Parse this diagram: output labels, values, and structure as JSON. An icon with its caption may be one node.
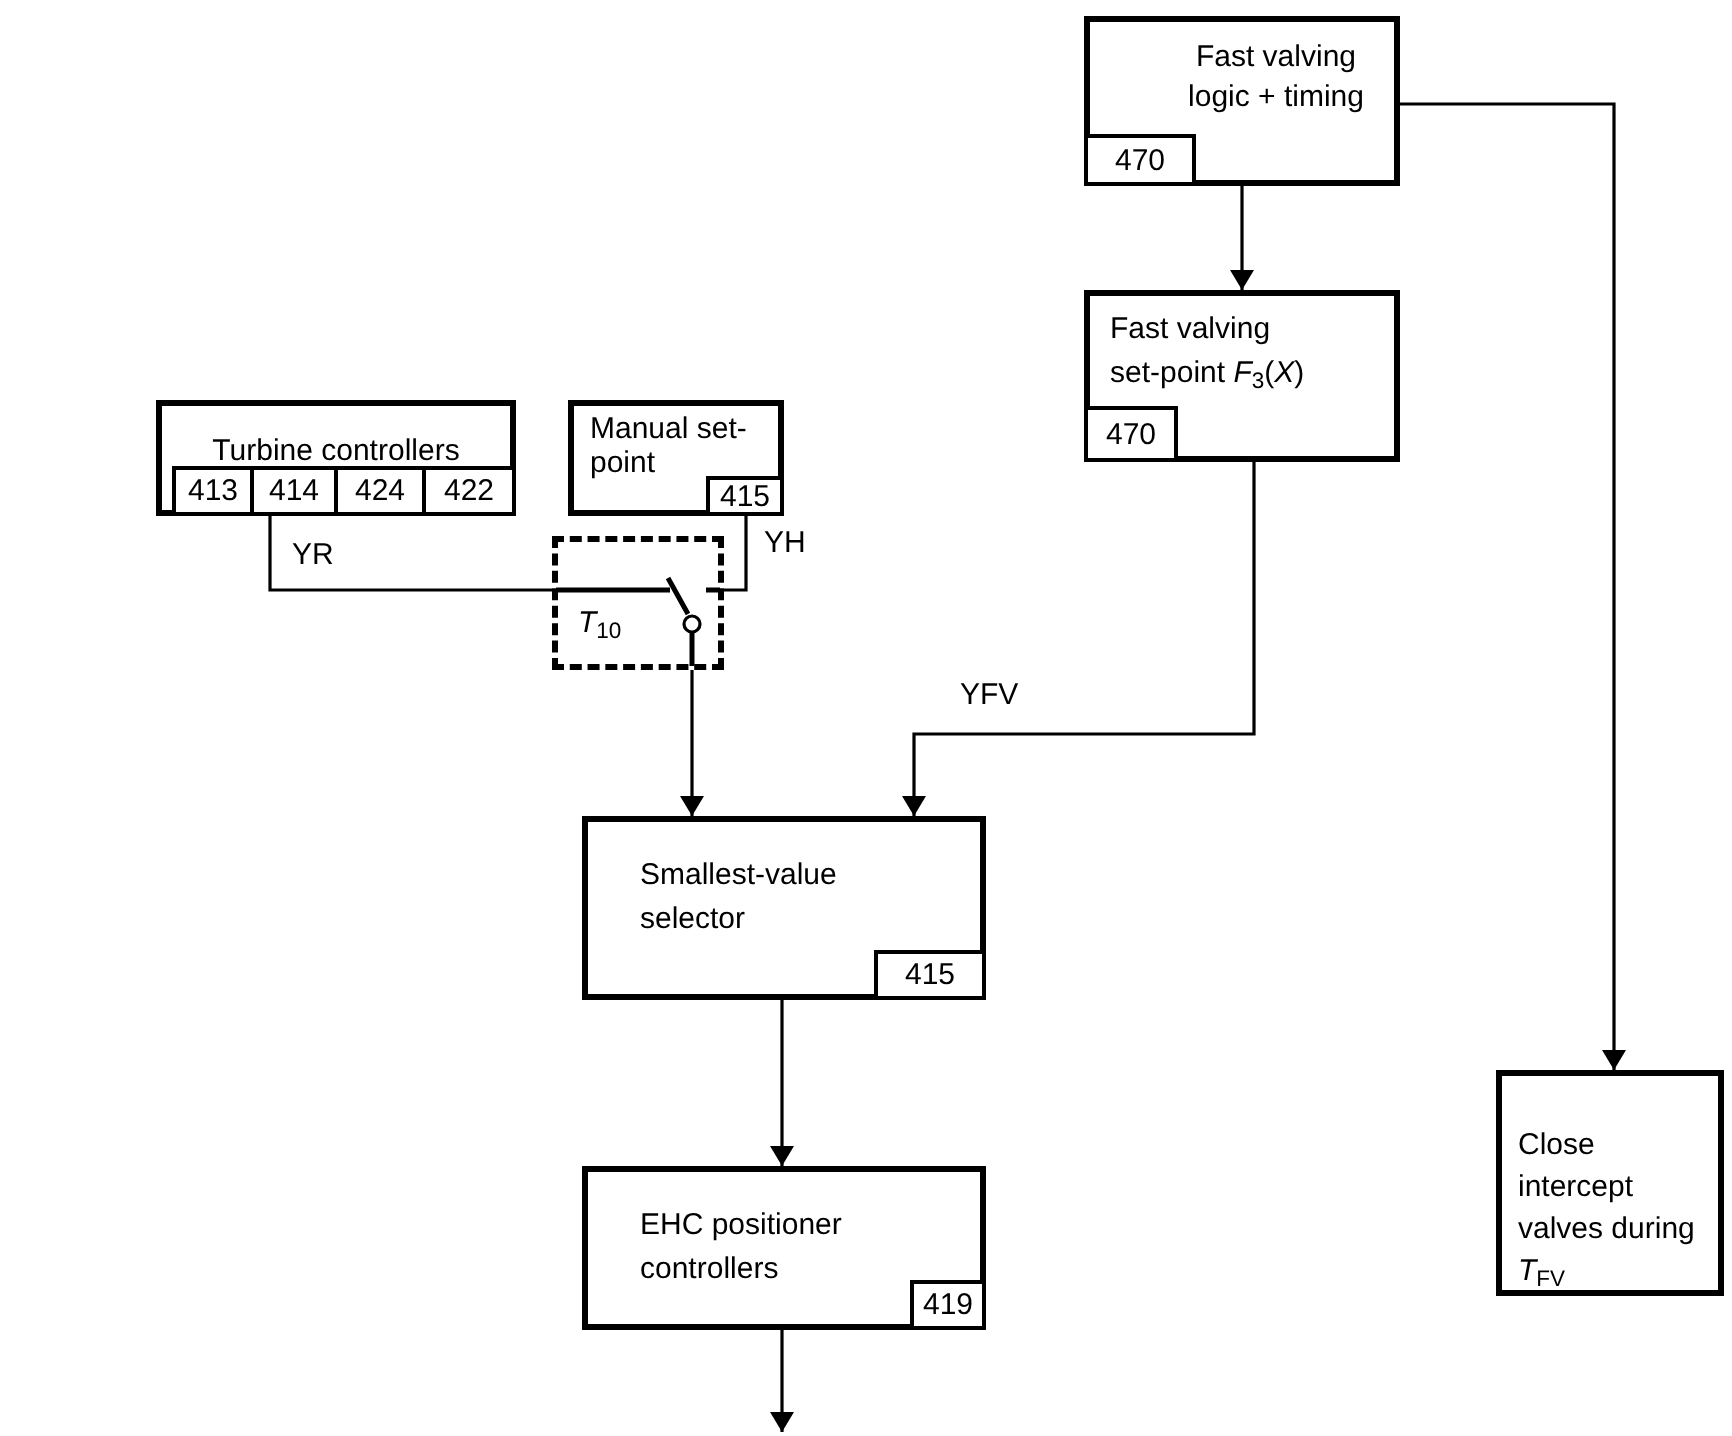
{
  "diagram": {
    "nodes": [
      {
        "text": [
          "Turbine controllers"
        ]
      },
      {
        "text": [
          "413"
        ],
        "in": 0
      },
      {
        "text": [
          "414"
        ],
        "in": 0
      },
      {
        "text": [
          "424"
        ],
        "in": 0
      },
      {
        "text": [
          "422"
        ],
        "in": 0
      },
      {
        "text": [
          "Manual set-point"
        ]
      },
      {
        "text": [
          "415"
        ],
        "in": 5
      },
      {
        "text": [
          "Fast valving logic + timing"
        ]
      },
      {
        "text": [
          "470"
        ],
        "in": 7
      },
      {
        "text": [
          "Fast valving set-point *F*$_{3}$(*X*)"
        ]
      },
      {
        "text": [
          "470"
        ],
        "in": 9
      },
      {
        "text": [
          "*T*$_{10}$"
        ]
      },
      {
        "text": [
          "Smallest-value selector"
        ]
      },
      {
        "text": [
          "415"
        ],
        "in": 12
      },
      {
        "text": [
          "EHC positioner controllers"
        ]
      },
      {
        "text": [
          "419"
        ],
        "in": 14
      },
      {
        "text": [
          "Close intercept valves during *T*$_{FV}$"
        ]
      }
    ],
    "edges": [
      {
        "from": 0,
        "to": 11,
        "arrow": "none",
        "label": "YR"
      },
      {
        "from": 5,
        "to": 11,
        "arrow": "none",
        "label": "YH"
      },
      {
        "from": 11,
        "to": 12,
        "arrow": "to"
      },
      {
        "from": 9,
        "to": 12,
        "arrow": "to",
        "label": "YFV"
      },
      {
        "from": 7,
        "to": 9,
        "arrow": "to"
      },
      {
        "from": 7,
        "to": 16,
        "arrow": "to"
      },
      {
        "from": 12,
        "to": 14,
        "arrow": "to"
      },
      {
        "from": 14,
        "to": null,
        "arrow": "to"
      }
    ]
  }
}
